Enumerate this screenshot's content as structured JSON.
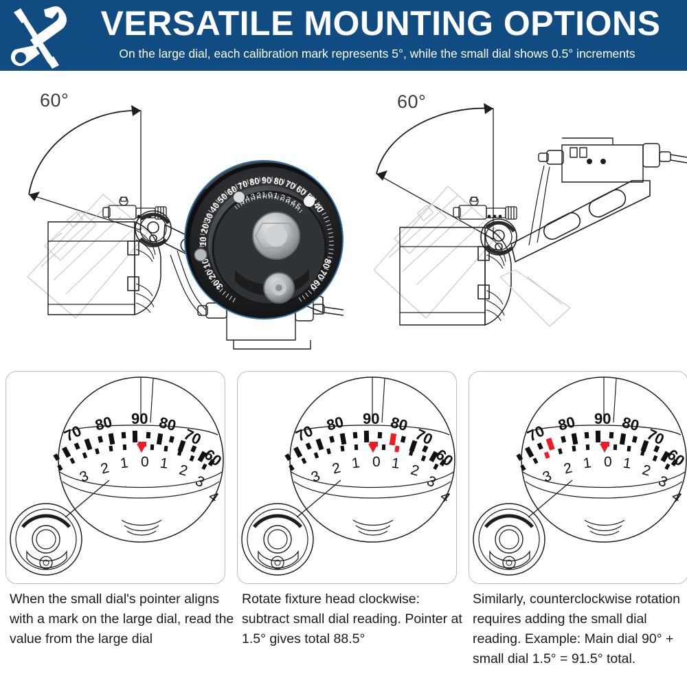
{
  "header": {
    "icon": "wrench-screwdriver-icon",
    "title": "VERSATILE MOUNTING OPTIONS",
    "subtitle": "On the large dial, each calibration mark represents 5°, while the small dial shows 0.5° increments",
    "bg_color": "#104C81",
    "text_color": "#ffffff"
  },
  "diagrams": [
    {
      "id": "mounting-diagram-left",
      "angle_label": "60°",
      "description": "Line drawing of floodlight fixture with downward mounting arm and 60 degree tilt arc",
      "inset": {
        "type": "dial-photo",
        "outer_scale": [
          "20",
          "30",
          "40",
          "50",
          "60",
          "70",
          "80",
          "90",
          "80",
          "70",
          "60",
          "50",
          "40",
          "30",
          "20",
          "10",
          "0",
          "10",
          "20"
        ],
        "inner_scale": [
          "5",
          "4",
          "3",
          "2",
          "1",
          "0",
          "1",
          "2",
          "3",
          "4",
          "5"
        ],
        "ring_color": "#2f6fa8"
      }
    },
    {
      "id": "mounting-diagram-right",
      "angle_label": "60°",
      "description": "Line drawing of floodlight fixture with upward mounting arm and 60 degree tilt arc"
    }
  ],
  "panels": [
    {
      "id": "panel-aligned",
      "dial": {
        "major_labels": [
          "70",
          "80",
          "90",
          "80",
          "70",
          "60"
        ],
        "minor_labels": [
          "3",
          "2",
          "1",
          "0",
          "1",
          "2",
          "3",
          "4"
        ],
        "marker_color": "#EE1C25",
        "marker_positions": [
          "center"
        ]
      },
      "caption": "When the small dial's pointer aligns with a mark on the large dial, read the value from the large dial"
    },
    {
      "id": "panel-clockwise",
      "dial": {
        "major_labels": [
          "70",
          "80",
          "90",
          "80",
          "70",
          "60"
        ],
        "minor_labels": [
          "3",
          "2",
          "1",
          "0",
          "1",
          "2",
          "3",
          "4"
        ],
        "marker_color": "#EE1C25",
        "marker_positions": [
          "center",
          "right"
        ]
      },
      "caption": "Rotate fixture head clockwise: subtract small dial reading. Pointer at 1.5° gives total 88.5°"
    },
    {
      "id": "panel-counterclockwise",
      "dial": {
        "major_labels": [
          "70",
          "80",
          "90",
          "80",
          "70",
          "60"
        ],
        "minor_labels": [
          "3",
          "2",
          "1",
          "0",
          "1",
          "2",
          "3",
          "4"
        ],
        "marker_color": "#EE1C25",
        "marker_positions": [
          "center",
          "left"
        ]
      },
      "caption": "Similarly, counterclockwise rotation requires adding the small dial reading. Example: Main dial 90° + small dial 1.5° = 91.5° total."
    }
  ]
}
